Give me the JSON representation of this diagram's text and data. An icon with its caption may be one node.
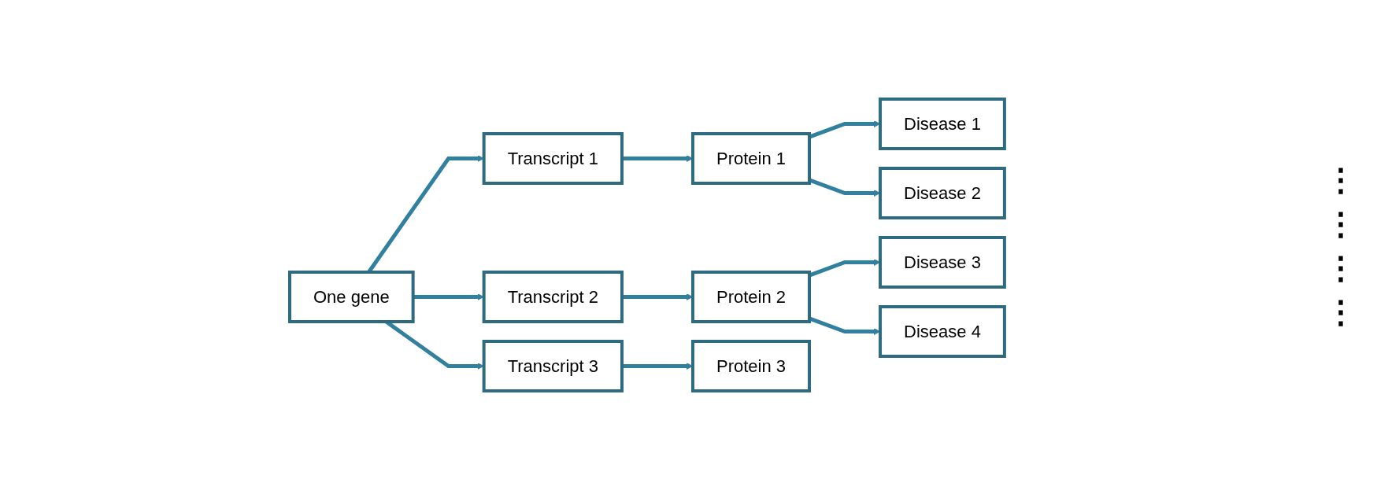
{
  "diagram": {
    "nodes": [
      {
        "text": [
          "One gene"
        ]
      },
      {
        "text": [
          "Transcript 1"
        ]
      },
      {
        "text": [
          "Transcript 2"
        ]
      },
      {
        "text": [
          "Transcript 3"
        ]
      },
      {
        "text": [
          "Protein 1"
        ]
      },
      {
        "text": [
          "Protein 2"
        ]
      },
      {
        "text": [
          "Protein 3"
        ]
      },
      {
        "text": [
          "Disease 1"
        ]
      },
      {
        "text": [
          "Disease 2"
        ]
      },
      {
        "text": [
          "Disease 3"
        ]
      },
      {
        "text": [
          "Disease 4"
        ]
      }
    ],
    "edges": [
      {
        "from": 0,
        "to": 1,
        "arrow": "to"
      },
      {
        "from": 0,
        "to": 2,
        "arrow": "to"
      },
      {
        "from": 0,
        "to": 3,
        "arrow": "to"
      },
      {
        "from": 1,
        "to": 4,
        "arrow": "to"
      },
      {
        "from": 2,
        "to": 5,
        "arrow": "to"
      },
      {
        "from": 3,
        "to": 6,
        "arrow": "to"
      },
      {
        "from": 4,
        "to": 7,
        "arrow": "to"
      },
      {
        "from": 4,
        "to": 8,
        "arrow": "to"
      },
      {
        "from": 5,
        "to": 9,
        "arrow": "to"
      },
      {
        "from": 5,
        "to": 10,
        "arrow": "to"
      }
    ],
    "labels": [
      "⋮",
      "⋮",
      "⋮",
      "⋮"
    ]
  }
}
